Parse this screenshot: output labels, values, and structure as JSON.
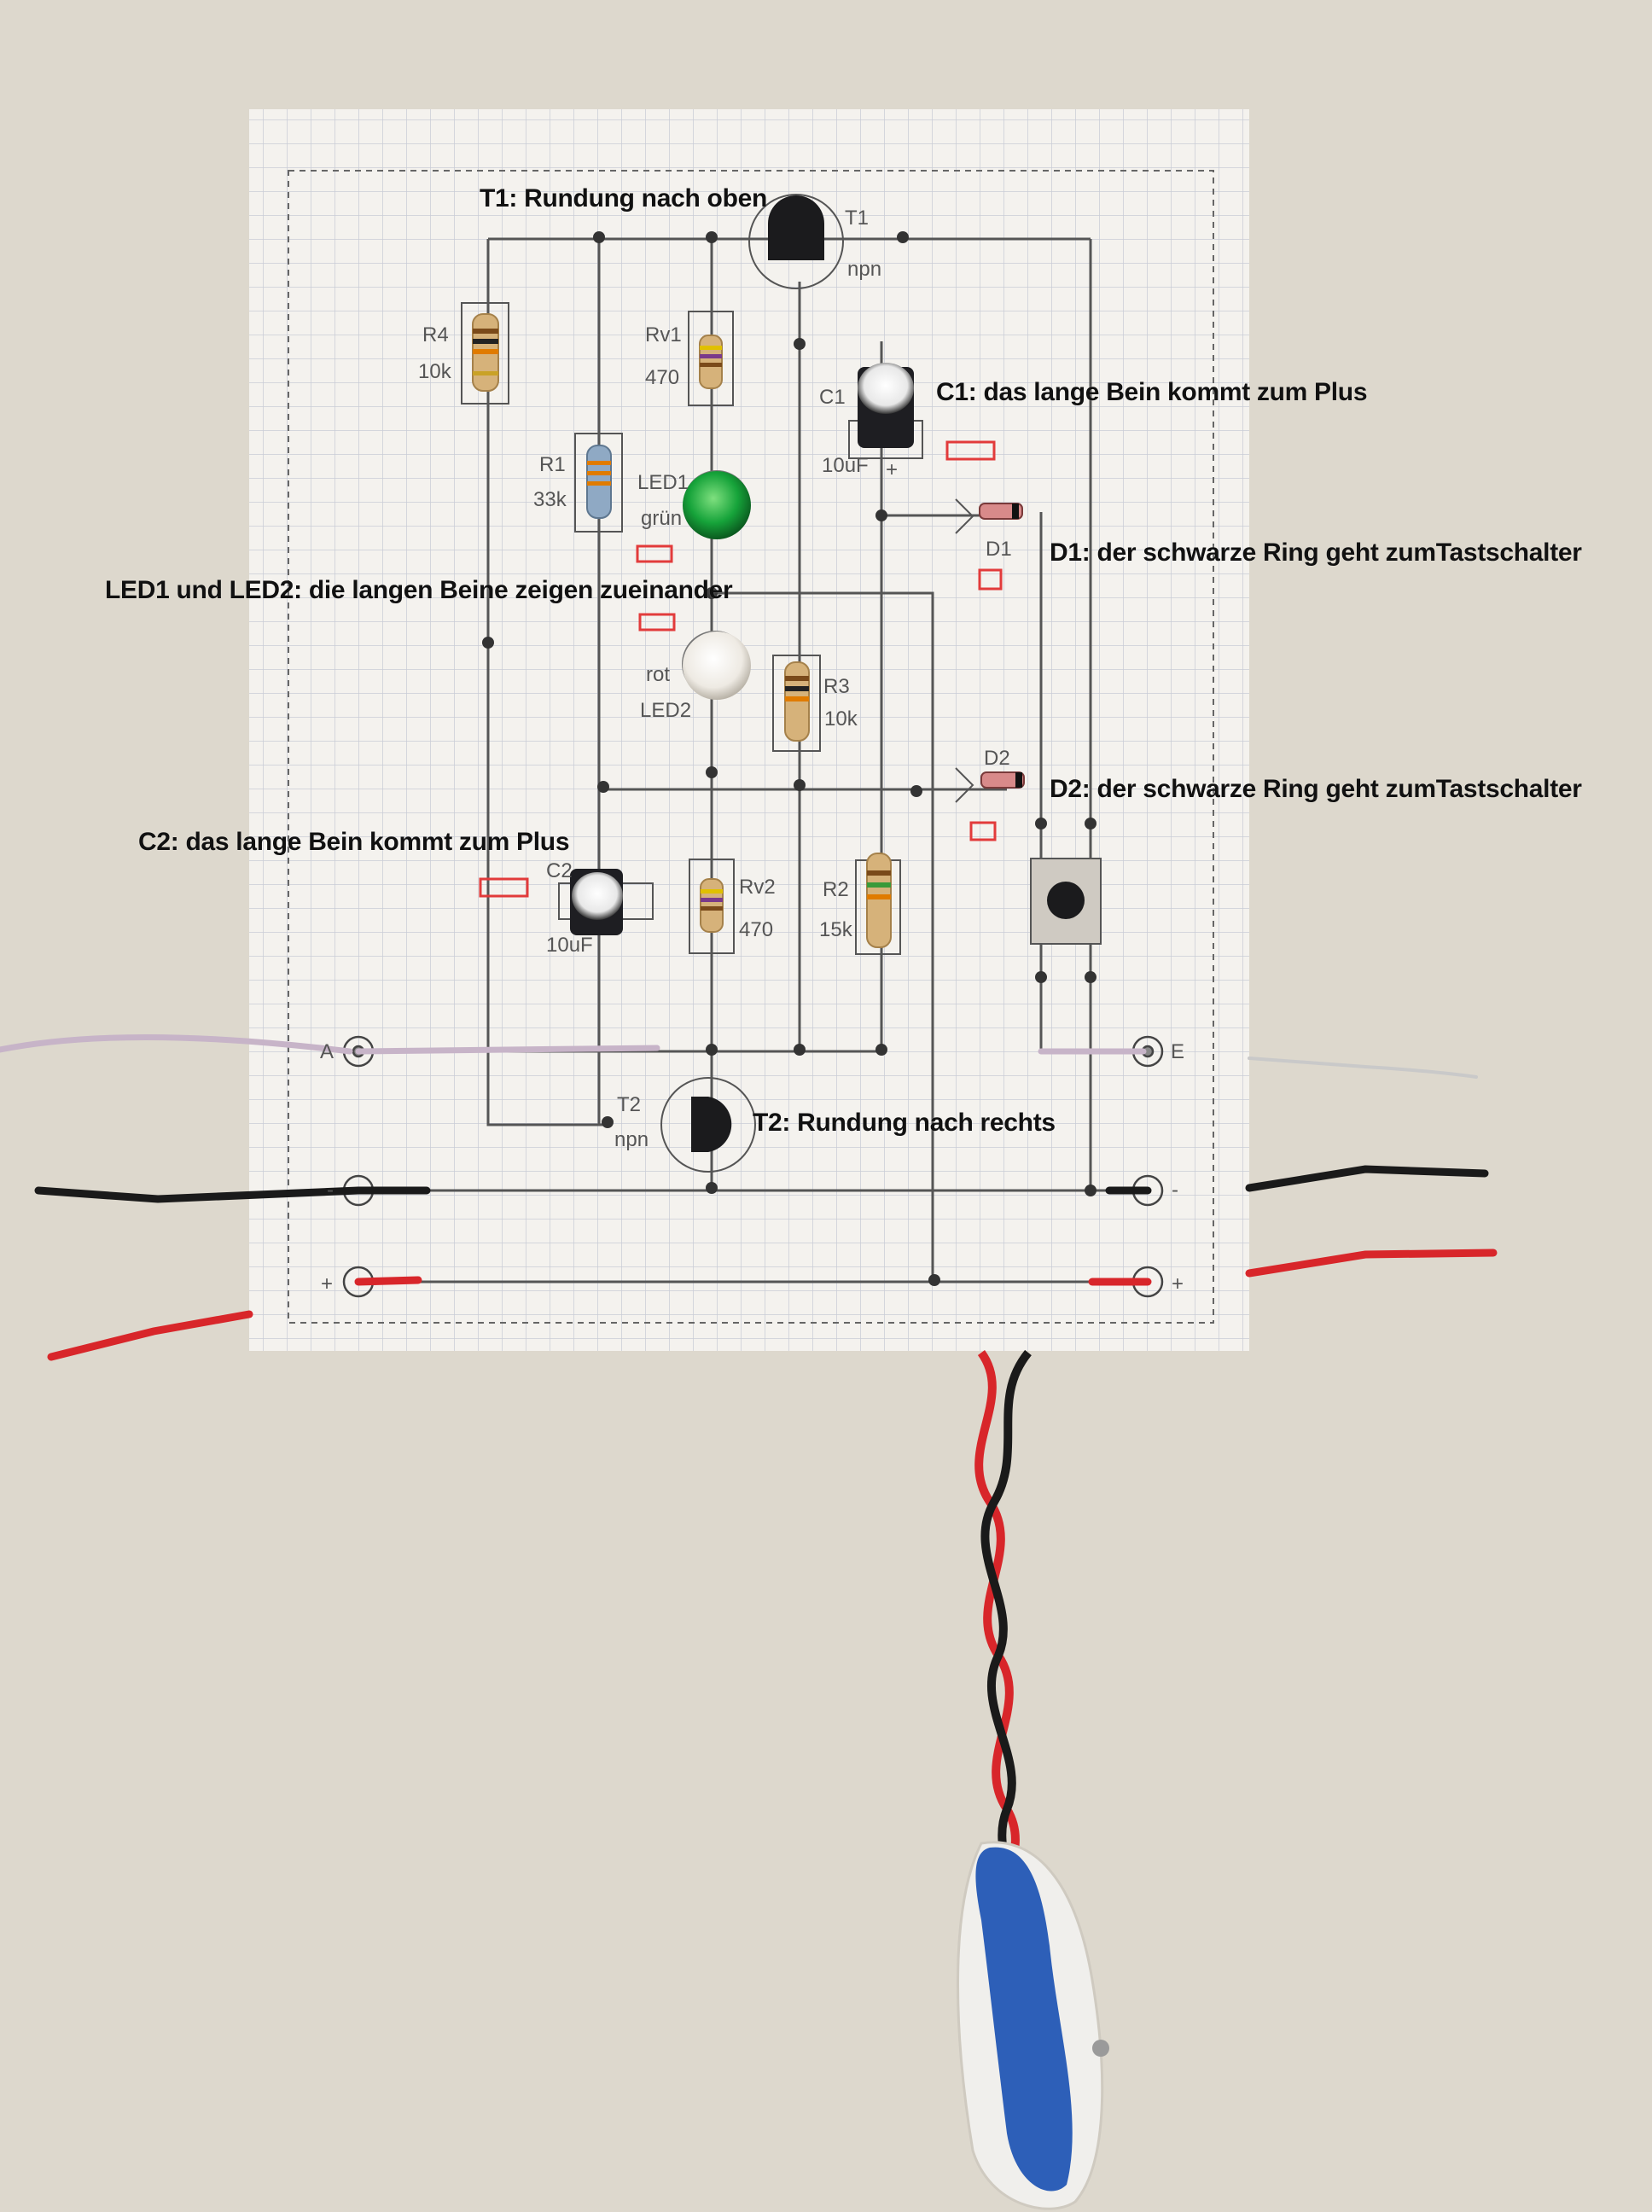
{
  "annotations": {
    "t1": "T1: Rundung nach oben",
    "c1": "C1: das lange Bein kommt zum Plus",
    "d1": "D1: der schwarze Ring geht zumTastschalter",
    "led": "LED1 und LED2: die langen Beine zeigen zueinander",
    "d2": "D2: der schwarze Ring geht zumTastschalter",
    "c2": "C2: das lange Bein kommt zum Plus",
    "t2": "T2: Rundung nach rechts"
  },
  "board_labels": {
    "t1_ref": "T1",
    "t1_type": "npn",
    "t2_ref": "T2",
    "t2_type": "npn",
    "r4_ref": "R4",
    "r4_val": "10k",
    "rv1_ref": "Rv1",
    "rv1_val": "470",
    "r1_ref": "R1",
    "r1_val": "33k",
    "c1_ref": "C1",
    "c1_val": "10uF",
    "c1_plus": "+",
    "led1_ref": "LED1",
    "led1_color": "grün",
    "led2_ref": "LED2",
    "led2_color": "rot",
    "r3_ref": "R3",
    "r3_val": "10k",
    "d1_ref": "D1",
    "d2_ref": "D2",
    "c2_ref": "C2",
    "c2_val": "10uF",
    "rv2_ref": "Rv2",
    "rv2_val": "470",
    "r2_ref": "R2",
    "r2_val": "15k",
    "term_a": "A",
    "term_e": "E",
    "minus_left": "-",
    "minus_right": "-",
    "plus_left": "+",
    "plus_right": "+"
  },
  "colors": {
    "background": "#ddd8cd",
    "board": "#f4f2ee",
    "grid": "#c9ccd6",
    "trace": "#555555",
    "wire_red": "#d8262a",
    "wire_black": "#1a1a1a",
    "battery_clip_blue": "#2d5fb8"
  }
}
